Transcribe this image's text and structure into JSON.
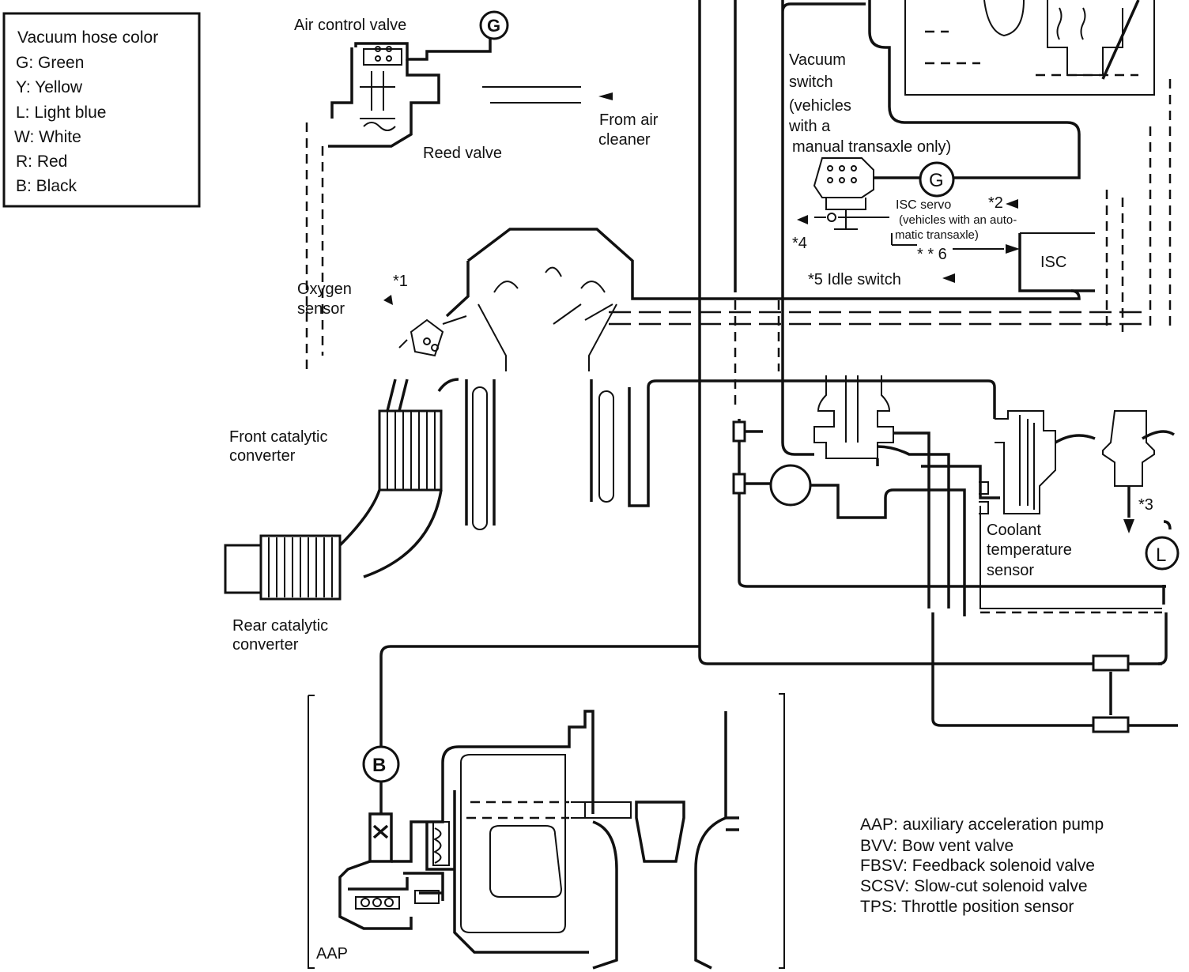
{
  "legend": {
    "title": "Vacuum hose color",
    "items": [
      "G: Green",
      "Y: Yellow",
      "L: Light blue",
      "W: White",
      "R: Red",
      "B: Black"
    ]
  },
  "labels": {
    "air_control_valve": "Air control valve",
    "reed_valve": "Reed valve",
    "from_air_cleaner_1": "From air",
    "from_air_cleaner_2": "cleaner",
    "vacuum_switch_1": "Vacuum",
    "vacuum_switch_2": "switch",
    "vacuum_switch_3": "(vehicles",
    "vacuum_switch_4": "with a",
    "vacuum_switch_5": "manual transaxle only)",
    "isc_servo_1": "ISC servo",
    "isc_servo_2": "(vehicles with an auto-",
    "isc_servo_3": "matic transaxle)",
    "isc": "ISC",
    "note_2": "*2",
    "note_4": "*4",
    "note_6": "* * 6",
    "idle_switch": "*5 Idle switch",
    "oxygen_sensor_1": "Oxygen",
    "oxygen_sensor_2": "sensor",
    "note_1": "*1",
    "front_cat_1": "Front catalytic",
    "front_cat_2": "converter",
    "rear_cat_1": "Rear catalytic",
    "rear_cat_2": "converter",
    "coolant_1": "Coolant",
    "coolant_2": "temperature",
    "coolant_3": "sensor",
    "note_3": "*3",
    "aap": "AAP",
    "hose_g1": "G",
    "hose_g2": "G",
    "hose_b": "B",
    "hose_l": "L"
  },
  "abbreviations": [
    "AAP: auxiliary acceleration pump",
    "BVV: Bow vent valve",
    "FBSV: Feedback solenoid valve",
    "SCSV: Slow-cut solenoid valve",
    "TPS: Throttle position sensor"
  ]
}
